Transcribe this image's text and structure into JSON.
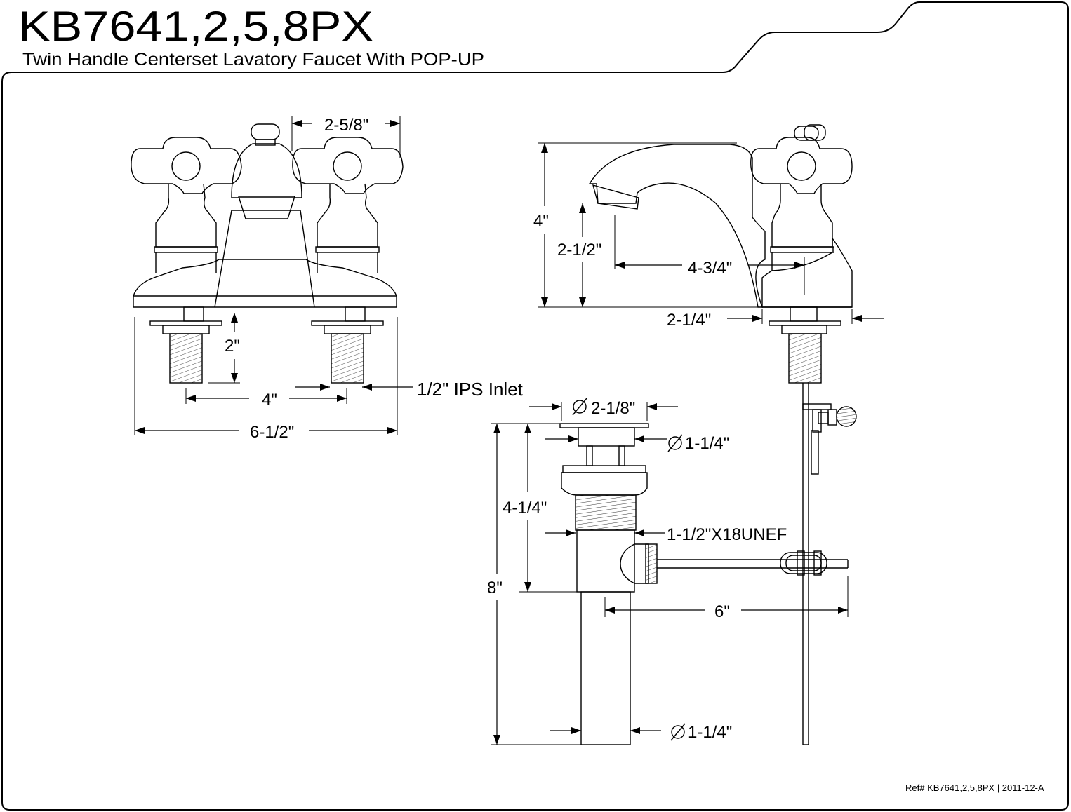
{
  "header": {
    "model": "KB7641,2,5,8PX",
    "subtitle": "Twin Handle Centerset Lavatory Faucet With POP-UP"
  },
  "front_view": {
    "handle_to_handle_width": "2-5/8\"",
    "shank_height": "2\"",
    "center_spacing": "4\"",
    "overall_width": "6-1/2\"",
    "inlet": "1/2\" IPS Inlet"
  },
  "side_view": {
    "overall_height": "4\"",
    "spout_clearance": "2-1/2\"",
    "spout_reach": "4-3/4\"",
    "base_depth": "2-1/4\""
  },
  "drain": {
    "flange_diameter": "2-1/8\"",
    "cap_diameter": "1-1/4\"",
    "body_height": "4-1/4\"",
    "thread_spec": "1-1/2\"X18UNEF",
    "overall_height": "8\"",
    "rod_length": "6\"",
    "tailpiece_diameter": "1-1/4\""
  },
  "footer": {
    "reference": "Ref# KB7641,2,5,8PX | 2011-12-A"
  }
}
